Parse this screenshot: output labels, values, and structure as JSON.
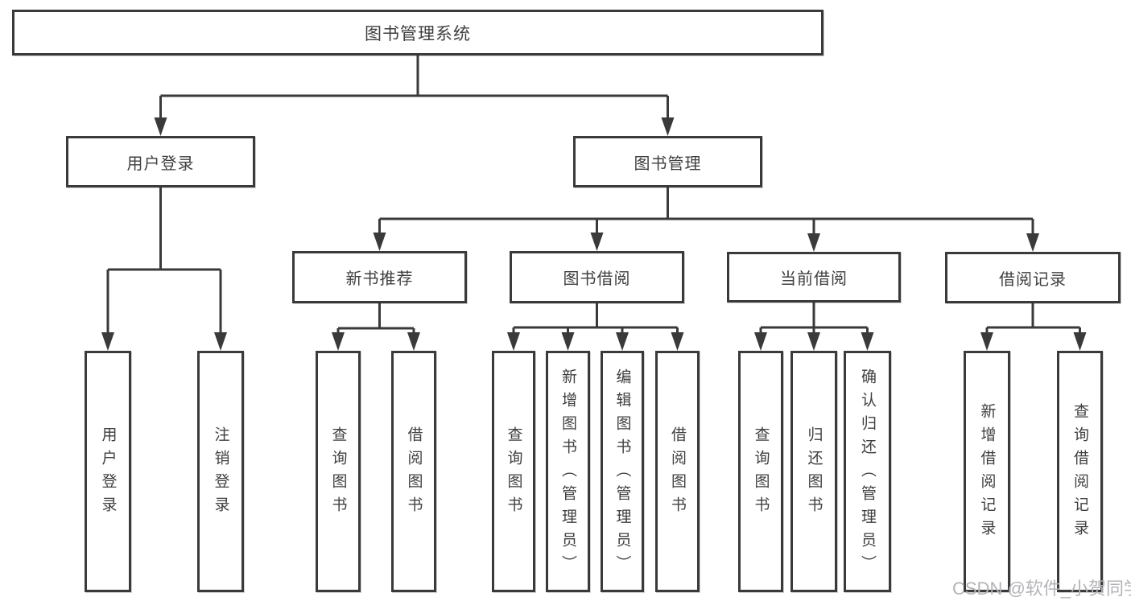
{
  "diagram": {
    "kind": "hierarchy-diagram",
    "colors": {
      "line": "#3a3a3a",
      "box_border": "#3a3a3a",
      "box_fill": "#ffffff",
      "text": "#3f3f3f",
      "watermark": "#b3b4b8"
    }
  },
  "tree": {
    "label": "图书管理系统",
    "children": [
      {
        "label": "用户登录",
        "children": [
          {
            "label": "用户登录"
          },
          {
            "label": "注销登录"
          }
        ]
      },
      {
        "label": "图书管理",
        "children": [
          {
            "label": "新书推荐",
            "children": [
              {
                "label": "查询图书"
              },
              {
                "label": "借阅图书"
              }
            ]
          },
          {
            "label": "图书借阅",
            "children": [
              {
                "label": "查询图书"
              },
              {
                "label": "新增图书（管理员）"
              },
              {
                "label": "编辑图书（管理员）"
              },
              {
                "label": "借阅图书"
              }
            ]
          },
          {
            "label": "当前借阅",
            "children": [
              {
                "label": "查询图书"
              },
              {
                "label": "归还图书"
              },
              {
                "label": "确认归还（管理员）"
              }
            ]
          },
          {
            "label": "借阅记录",
            "children": [
              {
                "label": "新增借阅记录"
              },
              {
                "label": "查询借阅记录"
              }
            ]
          }
        ]
      }
    ]
  },
  "watermark": {
    "text": "CSDN @软件_小贺同学"
  }
}
